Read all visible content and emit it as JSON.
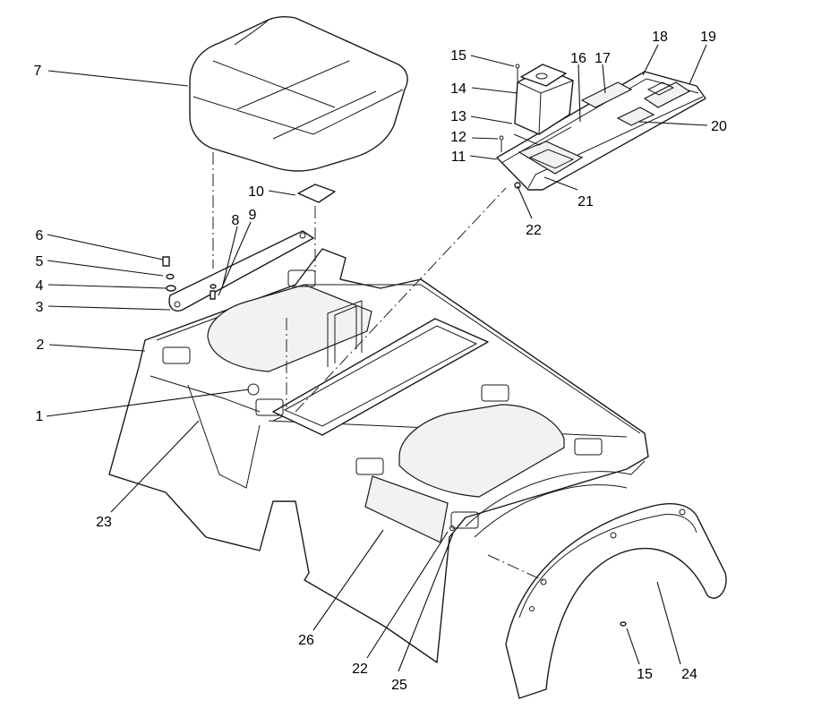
{
  "diagram": {
    "callouts": [
      {
        "id": "c1",
        "text": "1"
      },
      {
        "id": "c2",
        "text": "2"
      },
      {
        "id": "c3",
        "text": "3"
      },
      {
        "id": "c4",
        "text": "4"
      },
      {
        "id": "c5",
        "text": "5"
      },
      {
        "id": "c6",
        "text": "6"
      },
      {
        "id": "c7",
        "text": "7"
      },
      {
        "id": "c8",
        "text": "8"
      },
      {
        "id": "c9",
        "text": "9"
      },
      {
        "id": "c10",
        "text": "10"
      },
      {
        "id": "c11",
        "text": "11"
      },
      {
        "id": "c12",
        "text": "12"
      },
      {
        "id": "c13",
        "text": "13"
      },
      {
        "id": "c14",
        "text": "14"
      },
      {
        "id": "c15a",
        "text": "15"
      },
      {
        "id": "c16",
        "text": "16"
      },
      {
        "id": "c17",
        "text": "17"
      },
      {
        "id": "c18",
        "text": "18"
      },
      {
        "id": "c19",
        "text": "19"
      },
      {
        "id": "c20",
        "text": "20"
      },
      {
        "id": "c21",
        "text": "21"
      },
      {
        "id": "c22a",
        "text": "22"
      },
      {
        "id": "c23",
        "text": "23"
      },
      {
        "id": "c26",
        "text": "26"
      },
      {
        "id": "c22b",
        "text": "22"
      },
      {
        "id": "c25",
        "text": "25"
      },
      {
        "id": "c15b",
        "text": "15"
      },
      {
        "id": "c24",
        "text": "24"
      }
    ]
  }
}
